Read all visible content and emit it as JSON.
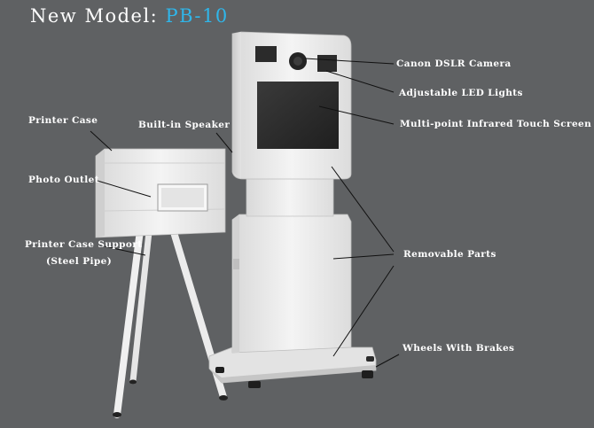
{
  "title": {
    "prefix": "New Model: ",
    "model": "PB-10"
  },
  "labels": {
    "canon_camera": "Canon DSLR Camera",
    "led_lights": "Adjustable LED Lights",
    "touch_screen": "Multi-point Infrared Touch Screen",
    "printer_case": "Printer Case",
    "built_in_speaker": "Built-in Speaker",
    "photo_outlet": "Photo Outlet",
    "printer_support_line1": "Printer Case Support",
    "printer_support_line2": "(Steel Pipe)",
    "removable_parts": "Removable Parts",
    "wheels": "Wheels With Brakes"
  },
  "colors": {
    "background": "#5f6163",
    "title_text": "#ffffff",
    "model_text": "#2fb6ea",
    "label_text": "#ffffff",
    "leader_line": "#111111",
    "booth_body": "#ececec",
    "screen": "#2a2a2a"
  }
}
